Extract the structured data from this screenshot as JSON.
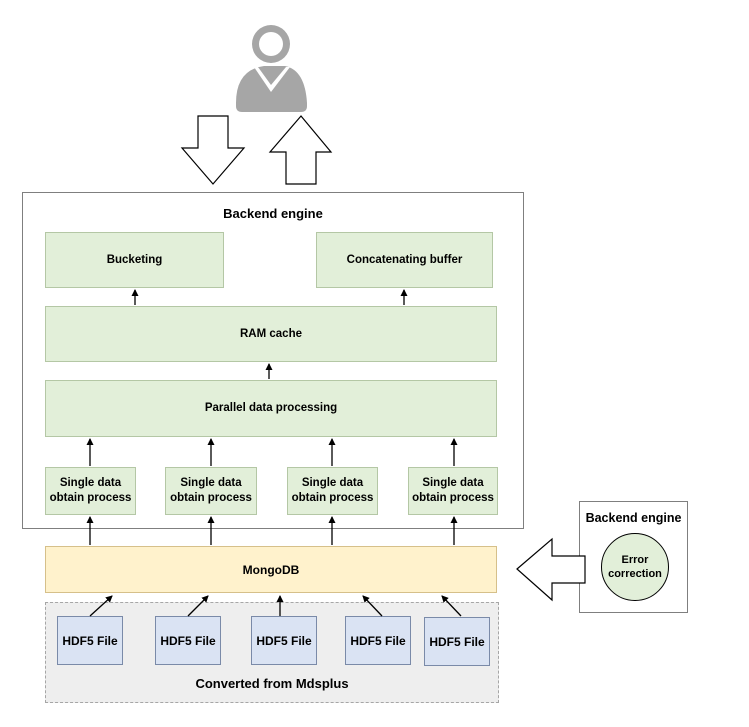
{
  "backend_main": {
    "title": "Backend engine",
    "bucketing": "Bucketing",
    "concat": "Concatenating buffer",
    "ram": "RAM cache",
    "parallel": "Parallel data processing",
    "single": [
      "Single data\nobtain process",
      "Single data\nobtain process",
      "Single data\nobtain process",
      "Single data\nobtain process"
    ]
  },
  "mongodb": "MongoDB",
  "files": {
    "items": [
      "HDF5 File",
      "HDF5 File",
      "HDF5 File",
      "HDF5 File",
      "HDF5 File"
    ],
    "caption": "Converted from Mdsplus"
  },
  "backend_side": {
    "title": "Backend engine",
    "error": "Error\ncorrection"
  },
  "colors": {
    "process_fill": "#e2efd9",
    "db_fill": "#fff2cc",
    "file_fill": "#dae3f3",
    "source_fill": "#eeeeee",
    "user_icon": "#a6a6a6"
  },
  "icons": [
    "user-icon",
    "down-arrow-icon",
    "up-arrow-icon",
    "left-arrow-icon"
  ]
}
